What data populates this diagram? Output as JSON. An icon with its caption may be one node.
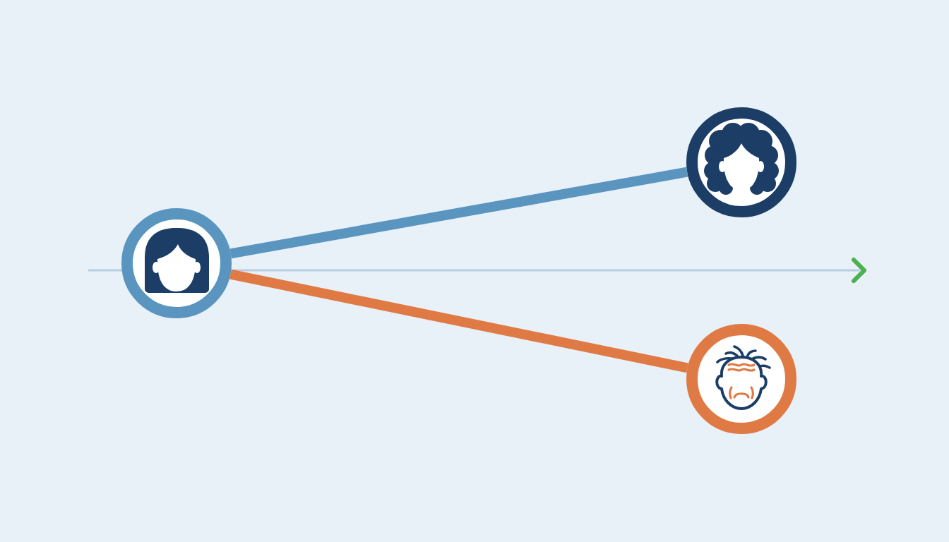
{
  "diagram": {
    "nodes": [
      {
        "text": [],
        "shape": "person"
      },
      {
        "text": [],
        "shape": "person"
      },
      {
        "text": [],
        "shape": "person"
      }
    ],
    "edges": [
      {
        "from": 0,
        "to": 1,
        "arrow": "none",
        "color": "#5a95bf"
      },
      {
        "from": 0,
        "to": 2,
        "arrow": "none",
        "color": "#e07a45"
      }
    ]
  }
}
